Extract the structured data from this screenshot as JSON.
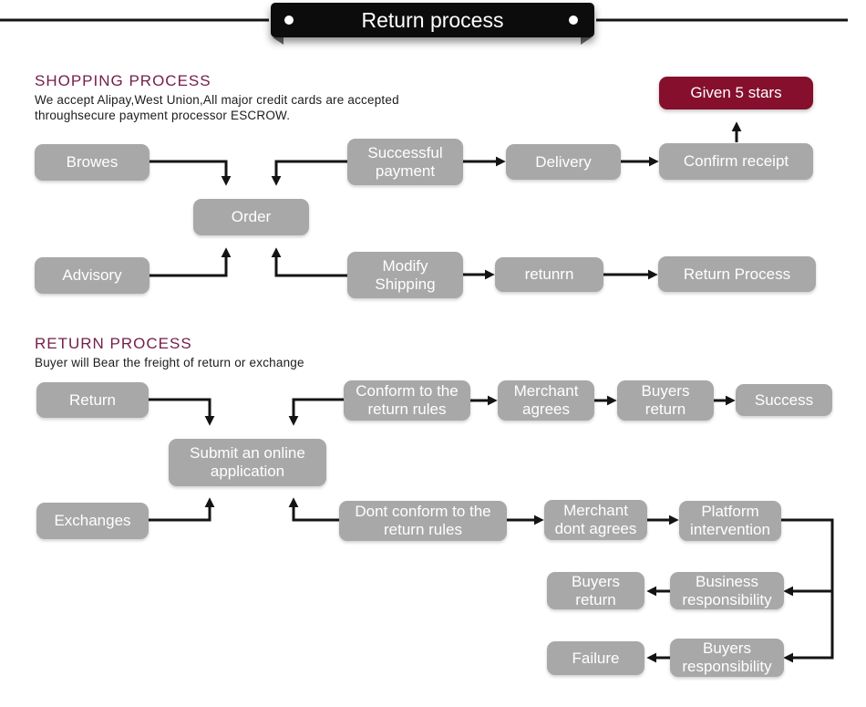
{
  "banner": {
    "title": "Return process"
  },
  "colors": {
    "ribbon_black": "#0c0c0c",
    "node_gray": "#a8a8a8",
    "node_maroon": "#850f2d",
    "heading_maroon": "#74204a",
    "connector_black": "#141414",
    "node_text": "#ffffff"
  },
  "shopping_section": {
    "heading": "SHOPPING PROCESS",
    "description_line1": "We accept Alipay,West Union,All major credit cards are accepted",
    "description_line2": "throughsecure payment processor ESCROW."
  },
  "return_section": {
    "heading": "RETURN PROCESS",
    "description": "Buyer will Bear the freight of return or exchange"
  },
  "nodes": {
    "given_5_stars": "Given 5 stars",
    "browes": "Browes",
    "successful_payment": "Successful payment",
    "delivery": "Delivery",
    "confirm_receipt": "Confirm receipt",
    "order": "Order",
    "advisory": "Advisory",
    "modify_shipping": "Modify Shipping",
    "retunrn": "retunrn",
    "return_process": "Return Process",
    "return": "Return",
    "conform_rules": "Conform to the return rules",
    "merchant_agrees": "Merchant agrees",
    "buyers_return_top": "Buyers return",
    "success": "Success",
    "submit_application": "Submit an online application",
    "exchanges": "Exchanges",
    "dont_conform_rules": "Dont conform to the return rules",
    "merchant_dont_agrees": "Merchant dont agrees",
    "platform_intervention": "Platform intervention",
    "business_responsibility": "Business responsibility",
    "buyers_return_bottom": "Buyers return",
    "buyers_responsibility": "Buyers responsibility",
    "failure": "Failure"
  }
}
